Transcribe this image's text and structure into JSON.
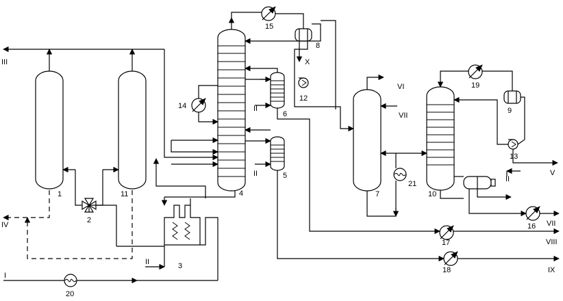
{
  "colors": {
    "line": "#000000",
    "background": "#ffffff"
  },
  "equipment_numbers": {
    "n1": "1",
    "n2": "2",
    "n3": "3",
    "n4": "4",
    "n5": "5",
    "n6": "6",
    "n7": "7",
    "n8": "8",
    "n9": "9",
    "n10": "10",
    "n11": "11",
    "n12": "12",
    "n13": "13",
    "n14": "14",
    "n15": "15",
    "n16": "16",
    "n17": "17",
    "n18": "18",
    "n19": "19",
    "n20": "20",
    "n21": "21"
  },
  "stream_labels": {
    "I": "I",
    "II_a": "II",
    "II_b": "II",
    "II_c": "II",
    "II_d": "II",
    "III": "III",
    "IV": "IV",
    "V": "V",
    "VI": "VI",
    "VII_a": "VII",
    "VII_b": "VII",
    "VIII": "VIII",
    "IX": "IX",
    "X": "X"
  }
}
